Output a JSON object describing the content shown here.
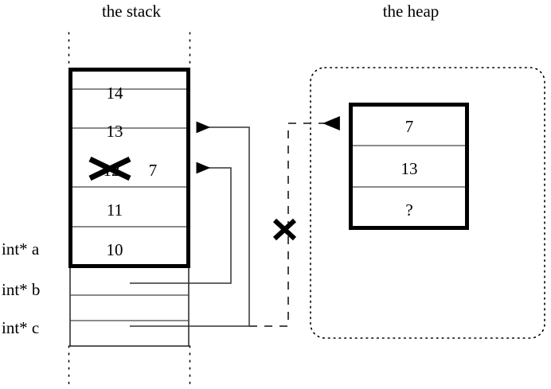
{
  "titles": {
    "stack": "the stack",
    "heap": "the heap"
  },
  "stack": {
    "allocated_cells": [
      {
        "value": "14"
      },
      {
        "value": "13"
      },
      {
        "value": "12"
      },
      {
        "value": "11"
      },
      {
        "value": "10"
      }
    ],
    "struck_cell_index": 2,
    "struck_cell_new_value": "7",
    "variables": [
      {
        "label": "int* a"
      },
      {
        "label": "int* b"
      },
      {
        "label": "int* c"
      }
    ]
  },
  "heap": {
    "cells": [
      {
        "value": "7"
      },
      {
        "value": "13"
      },
      {
        "value": "?"
      }
    ]
  },
  "annotations": {
    "invalidated_pointer_mark": "x-strike",
    "overwritten_value_mark": "x-strike"
  },
  "icons": {
    "arrowhead": "arrowhead-icon",
    "cross_out": "x-cross-icon"
  },
  "colors": {
    "ink": "#000000",
    "line": "#333333",
    "divider": "#444444",
    "background": "#ffffff"
  }
}
